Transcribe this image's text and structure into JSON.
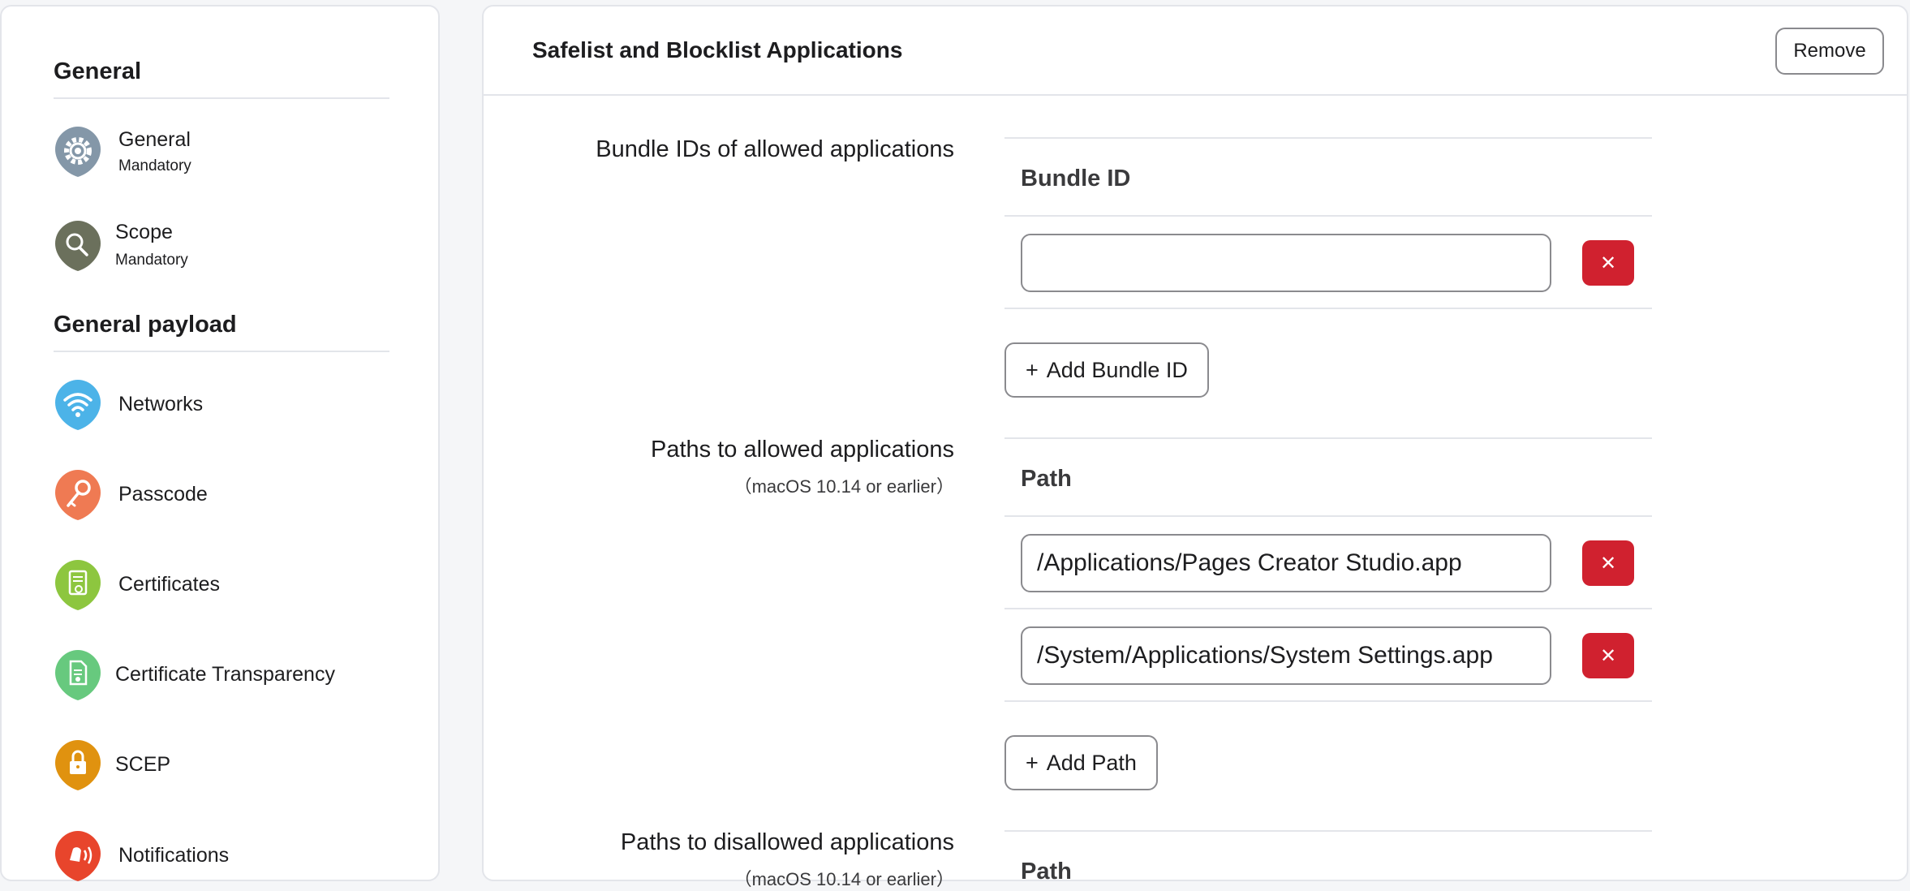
{
  "sidebar": {
    "sections": [
      {
        "title": "General"
      },
      {
        "title": "General payload"
      }
    ],
    "items": [
      {
        "label": "General",
        "sub": "Mandatory",
        "icon": "gear-icon",
        "color": "#8497a8"
      },
      {
        "label": "Scope",
        "sub": "Mandatory",
        "icon": "scope-magnifier-icon",
        "color": "#6b705c"
      },
      {
        "label": "Networks",
        "icon": "wifi-icon",
        "color": "#4cb3e8"
      },
      {
        "label": "Passcode",
        "icon": "key-icon",
        "color": "#ef7a53"
      },
      {
        "label": "Certificates",
        "icon": "certificate-icon",
        "color": "#8dc63f"
      },
      {
        "label": "Certificate Transparency",
        "icon": "certificate-document-icon",
        "color": "#67c97e"
      },
      {
        "label": "SCEP",
        "icon": "lock-icon",
        "color": "#e0920f"
      },
      {
        "label": "Notifications",
        "icon": "notification-bell-icon",
        "color": "#e8452c"
      }
    ]
  },
  "main": {
    "title": "Safelist and Blocklist Applications",
    "remove_label": "Remove",
    "bundle_ids": {
      "label": "Bundle IDs of allowed applications",
      "column": "Bundle ID",
      "rows": [
        ""
      ],
      "add_label": "Add Bundle ID"
    },
    "allowed_paths": {
      "label": "Paths to allowed applications",
      "note": "（macOS 10.14 or earlier）",
      "column": "Path",
      "rows": [
        "/Applications/Pages Creator Studio.app",
        "/System/Applications/System Settings.app"
      ],
      "add_label": "Add Path"
    },
    "disallowed_paths": {
      "label": "Paths to disallowed applications",
      "note": "（macOS 10.14 or earlier）",
      "column": "Path"
    },
    "delete_glyph": "✕",
    "add_glyph": "+"
  },
  "colors": {
    "delete_button": "#d0212f",
    "border": "#e3e5ea"
  }
}
